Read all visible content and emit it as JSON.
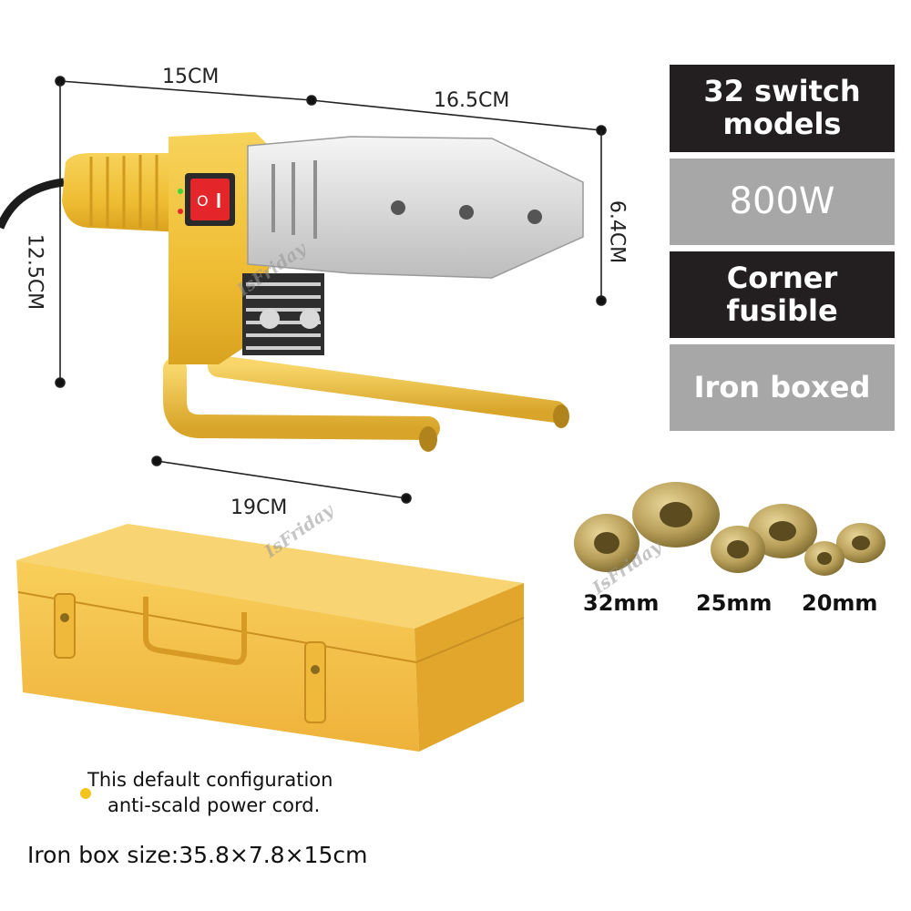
{
  "dimensions": {
    "top_left": "15CM",
    "top_right": "16.5CM",
    "left_height": "12.5CM",
    "right_height": "6.4CM",
    "base": "19CM"
  },
  "features": [
    {
      "label": "32 switch models",
      "style": "dark"
    },
    {
      "label": "800W",
      "style": "grey"
    },
    {
      "label": "Corner fusible",
      "style": "dark"
    },
    {
      "label": "Iron boxed",
      "style": "grey"
    }
  ],
  "dies": [
    "32mm",
    "25mm",
    "20mm"
  ],
  "note": {
    "line1": "This default configuration",
    "line2": "anti-scald power cord."
  },
  "box_size": "Iron box size:35.8×7.8×15cm",
  "watermark": "IsFriday",
  "colors": {
    "tool_yellow": "#f2c53d",
    "case_yellow": "#f6c24a",
    "switch_red": "#e4262a",
    "dark_panel": "#231f20",
    "grey_panel": "#a7a7a7",
    "die_bronze": "#b9a05a"
  }
}
